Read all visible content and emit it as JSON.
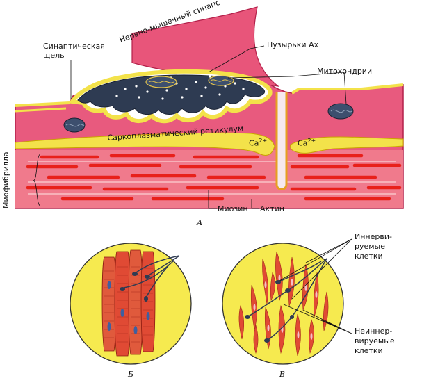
{
  "panel_a": {
    "caption": "А",
    "labels": {
      "synaptic_cleft_line1": "Синаптическая",
      "synaptic_cleft_line2": "щель",
      "neuromuscular_synapse": "Нервно-мышечный синапс",
      "ach_vesicles": "Пузырьки Ах",
      "mitochondria": "Митохондрии",
      "sarcoplasmic_reticulum": "Саркоплазматический ретикулум",
      "ca_left": "Ca",
      "ca_left_sup": "2+",
      "ca_right": "Ca",
      "ca_right_sup": "2+",
      "myofibril": "Миофибрилла",
      "myosin": "Миозин",
      "actin": "Актин"
    }
  },
  "panel_b": {
    "caption": "Б"
  },
  "panel_c": {
    "caption": "В",
    "labels": {
      "innervated_line1": "Иннерви-",
      "innervated_line2": "руемые",
      "innervated_line3": "клетки",
      "noninnervated_line1": "Неиннер-",
      "noninnervated_line2": "вируемые",
      "noninnervated_line3": "клетки"
    }
  },
  "colors": {
    "muscle_pink": "#e8557a",
    "sarcolemma_yellow": "#f3e24a",
    "nerve_dark": "#2e3b52",
    "myofibril_red": "#e8311f",
    "circle_yellow": "#f6ea4f",
    "cell_red": "#e04a34"
  }
}
